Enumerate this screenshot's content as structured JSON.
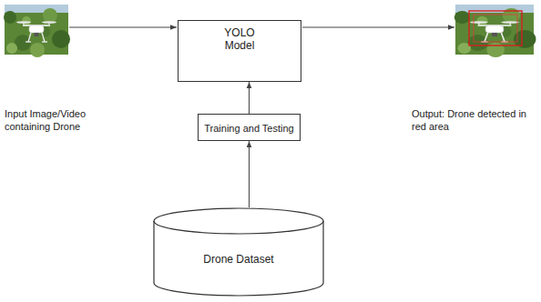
{
  "diagram": {
    "nodes": [
      {
        "text": [
          "Input Image/Video containing Drone"
        ]
      },
      {
        "text": [
          "YOLO Model"
        ]
      },
      {
        "text": [
          "Output: Drone detected in red area"
        ]
      },
      {
        "text": [
          "Training and Testing"
        ]
      },
      {
        "text": [
          "Drone Dataset"
        ]
      }
    ],
    "edges": [
      {
        "from": 0,
        "to": 1,
        "arrow": "to"
      },
      {
        "from": 1,
        "to": 2,
        "arrow": "to"
      },
      {
        "from": 3,
        "to": 1,
        "arrow": "to"
      },
      {
        "from": 4,
        "to": 3,
        "arrow": "to"
      }
    ]
  }
}
